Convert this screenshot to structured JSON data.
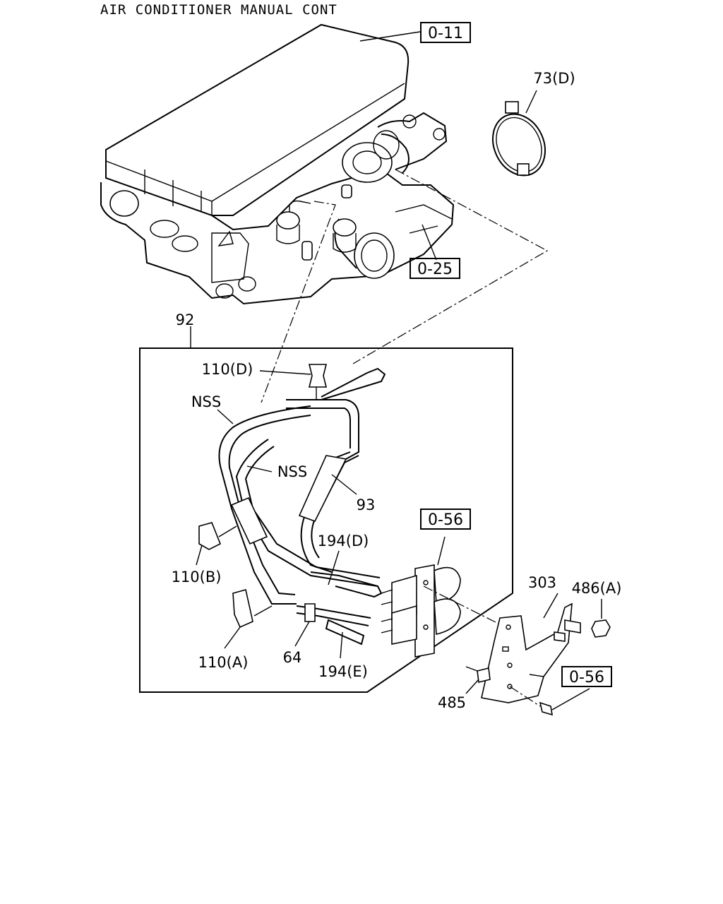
{
  "title": "AIR CONDITIONER MANUAL CONT",
  "references": {
    "ref_top": "0-11",
    "ref_manifold": "0-25",
    "ref_valve": "0-56",
    "ref_bolt": "0-56"
  },
  "callouts": {
    "clamp_73d": "73(D)",
    "assembly_92": "92",
    "clip_110d": "110(D)",
    "hose_nss_upper": "NSS",
    "hose_nss_lower": "NSS",
    "hose_93": "93",
    "hose_194d": "194(D)",
    "clip_110b": "110(B)",
    "clip_110a": "110(A)",
    "joint_64": "64",
    "hose_194e": "194(E)",
    "bracket_303": "303",
    "nut_486a": "486(A)",
    "bolt_485": "485"
  }
}
